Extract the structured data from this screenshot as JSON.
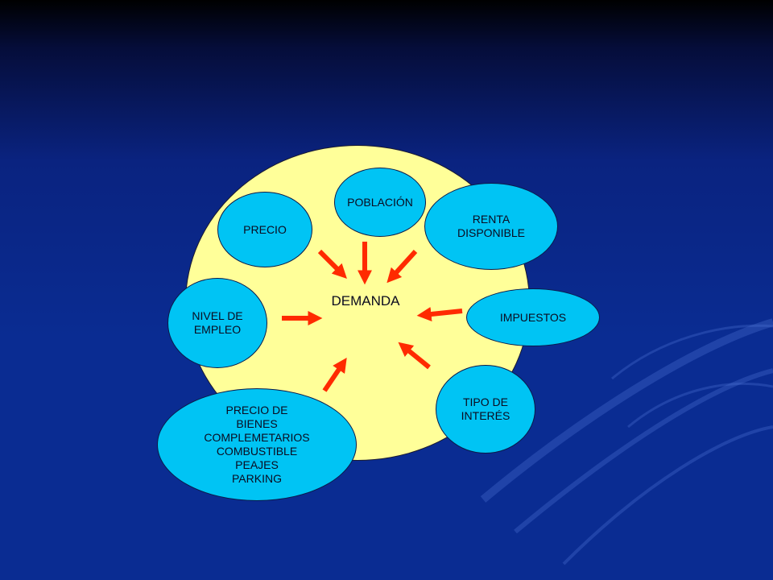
{
  "diagram": {
    "center": "DEMANDA",
    "nodes": {
      "poblacion": "POBLACIÓN",
      "precio": "PRECIO",
      "renta": "RENTA\nDISPONIBLE",
      "nivel_empleo": "NIVEL DE\nEMPLEO",
      "impuestos": "IMPUESTOS",
      "tipo_interes": "TIPO DE\nINTERÉS",
      "bienes_complementarios": "PRECIO DE\nBIENES\nCOMPLEMETARIOS\nCOMBUSTIBLE\nPEAJES\nPARKING"
    }
  },
  "colors": {
    "background": "#0a2c92",
    "big_circle": "#ffff99",
    "node_fill": "#00c4f4",
    "arrow": "#ff2a00"
  }
}
